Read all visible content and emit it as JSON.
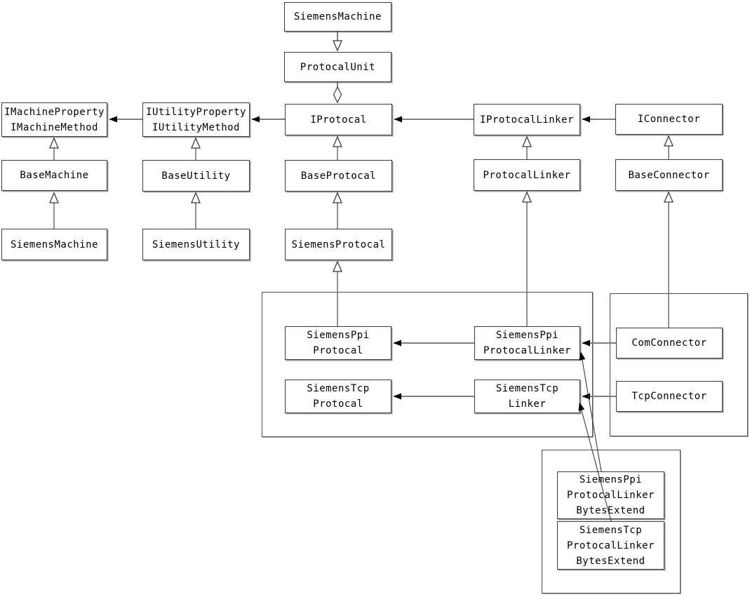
{
  "diagram": {
    "type": "uml-class-diagram",
    "colors": {
      "background": "#ffffff",
      "box_border": "#3c3c3c",
      "connector_gray": "#7d7d7d",
      "arrow_fill": "#000000"
    }
  },
  "nodes": {
    "siemens_machine_top": {
      "label": "SiemensMachine"
    },
    "protocal_unit": {
      "label": "ProtocalUnit"
    },
    "machine_interface": {
      "label": "IMachineProperty\nIMachineMethod"
    },
    "utility_interface": {
      "label": "IUtilityProperty\nIUtilityMethod"
    },
    "iprotocal": {
      "label": "IProtocal"
    },
    "iprotocal_linker": {
      "label": "IProtocalLinker"
    },
    "iconnector": {
      "label": "IConnector"
    },
    "base_machine": {
      "label": "BaseMachine"
    },
    "base_utility": {
      "label": "BaseUtility"
    },
    "base_protocal": {
      "label": "BaseProtocal"
    },
    "protocal_linker": {
      "label": "ProtocalLinker"
    },
    "base_connector": {
      "label": "BaseConnector"
    },
    "siemens_machine": {
      "label": "SiemensMachine"
    },
    "siemens_utility": {
      "label": "SiemensUtility"
    },
    "siemens_protocal": {
      "label": "SiemensProtocal"
    },
    "siemens_ppi_protocal": {
      "label": "SiemensPpi\nProtocal"
    },
    "siemens_tcp_protocal": {
      "label": "SiemensTcp\nProtocal"
    },
    "siemens_ppi_protocal_linker": {
      "label": "SiemensPpi\nProtocalLinker"
    },
    "siemens_tcp_linker": {
      "label": "SiemensTcp\nLinker"
    },
    "com_connector": {
      "label": "ComConnector"
    },
    "tcp_connector": {
      "label": "TcpConnector"
    },
    "ppi_bytes_extend": {
      "label": "SiemensPpi\nProtocalLinker\nBytesExtend"
    },
    "tcp_bytes_extend": {
      "label": "SiemensTcp\nProtocalLinker\nBytesExtend"
    }
  },
  "relationships": [
    {
      "from": "SiemensMachine",
      "to": "ProtocalUnit",
      "type": "generalization (hollow arrow, pointing down)"
    },
    {
      "from": "ProtocalUnit",
      "to": "IProtocal",
      "type": "aggregation (open diamond)"
    },
    {
      "from": "IUtilityProperty IUtilityMethod",
      "to": "IMachineProperty IMachineMethod",
      "type": "association (filled arrow)"
    },
    {
      "from": "IProtocal",
      "to": "IUtilityProperty IUtilityMethod",
      "type": "association (filled arrow)"
    },
    {
      "from": "IProtocalLinker",
      "to": "IProtocal",
      "type": "association (filled arrow)"
    },
    {
      "from": "IConnector",
      "to": "IProtocalLinker",
      "type": "association (filled arrow)"
    },
    {
      "from": "BaseMachine",
      "to": "IMachineProperty IMachineMethod",
      "type": "generalization (hollow arrow)"
    },
    {
      "from": "SiemensMachine",
      "to": "BaseMachine",
      "type": "generalization (hollow arrow)"
    },
    {
      "from": "BaseUtility",
      "to": "IUtilityProperty IUtilityMethod",
      "type": "generalization (hollow arrow)"
    },
    {
      "from": "SiemensUtility",
      "to": "BaseUtility",
      "type": "generalization (hollow arrow)"
    },
    {
      "from": "BaseProtocal",
      "to": "IProtocal",
      "type": "generalization (hollow arrow)"
    },
    {
      "from": "SiemensProtocal",
      "to": "BaseProtocal",
      "type": "generalization (hollow arrow)"
    },
    {
      "from": "SiemensPpiProtocal",
      "to": "SiemensProtocal",
      "type": "generalization (hollow arrow)"
    },
    {
      "from": "ProtocalLinker",
      "to": "IProtocalLinker",
      "type": "generalization (hollow arrow)"
    },
    {
      "from": "SiemensPpiProtocalLinker",
      "to": "ProtocalLinker",
      "type": "generalization (hollow arrow)"
    },
    {
      "from": "BaseConnector",
      "to": "IConnector",
      "type": "generalization (hollow arrow)"
    },
    {
      "from": "ComConnector",
      "to": "BaseConnector",
      "type": "generalization (hollow arrow)"
    },
    {
      "from": "SiemensPpiProtocalLinker",
      "to": "SiemensPpiProtocal",
      "type": "association (filled arrow)"
    },
    {
      "from": "SiemensTcpLinker",
      "to": "SiemensTcpProtocal",
      "type": "association (filled arrow)"
    },
    {
      "from": "ComConnector",
      "to": "SiemensPpiProtocalLinker",
      "type": "association (filled arrow)"
    },
    {
      "from": "TcpConnector",
      "to": "SiemensTcpLinker",
      "type": "association (filled arrow)"
    },
    {
      "from": "SiemensPpiProtocalLinkerBytesExtend",
      "to": "SiemensPpiProtocalLinker",
      "type": "association (filled arrow, diagonal)"
    },
    {
      "from": "SiemensTcpProtocalLinkerBytesExtend",
      "to": "SiemensTcpLinker",
      "type": "association (filled arrow, diagonal)"
    }
  ]
}
